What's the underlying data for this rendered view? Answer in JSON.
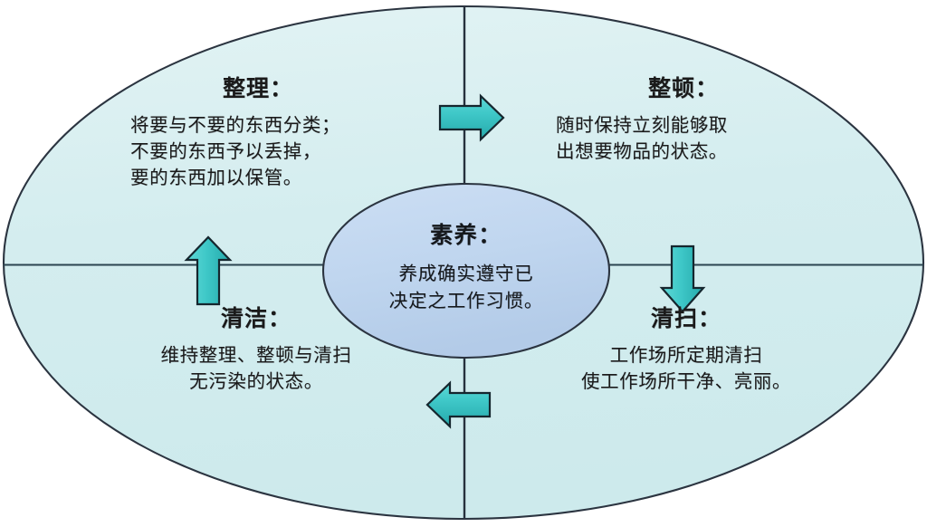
{
  "diagram": {
    "type": "5S cycle diagram",
    "outer_ellipse": {
      "fill": "#d6eef0",
      "stroke": "#2b3440"
    },
    "center_ellipse": {
      "fill": "#c2d8f0",
      "stroke": "#2b3440"
    },
    "arrow_color": "#3ec7c9",
    "arrow_stroke": "#1b2a33",
    "divider_color": "#2b3440"
  },
  "core": {
    "title": "素养：",
    "body_lines": [
      "养成确实遵守已",
      "决定之工作习惯。"
    ]
  },
  "quadrants": [
    {
      "key": "seiri",
      "position": "top-left",
      "title": "整理：",
      "body_lines": [
        "将要与不要的东西分类；",
        "不要的东西予以丢掉，",
        "要的东西加以保管。"
      ]
    },
    {
      "key": "seiton",
      "position": "top-right",
      "title": "整顿：",
      "body_lines": [
        "随时保持立刻能够取",
        "出想要物品的状态。"
      ]
    },
    {
      "key": "seiketsu",
      "position": "bottom-left",
      "title": "清洁：",
      "body_lines": [
        "维持整理、整顿与清扫",
        "无污染的状态。"
      ]
    },
    {
      "key": "seiso",
      "position": "bottom-right",
      "title": "清扫：",
      "body_lines": [
        "工作场所定期清扫",
        "使工作场所干净、亮丽。"
      ]
    }
  ],
  "arrows": [
    {
      "key": "arrow-top",
      "direction": "right",
      "label": "整理 to 整顿"
    },
    {
      "key": "arrow-right",
      "direction": "down",
      "label": "整顿 to 清扫"
    },
    {
      "key": "arrow-bottom",
      "direction": "left",
      "label": "清扫 to 清洁"
    },
    {
      "key": "arrow-left",
      "direction": "up",
      "label": "清洁 to 整理"
    }
  ]
}
